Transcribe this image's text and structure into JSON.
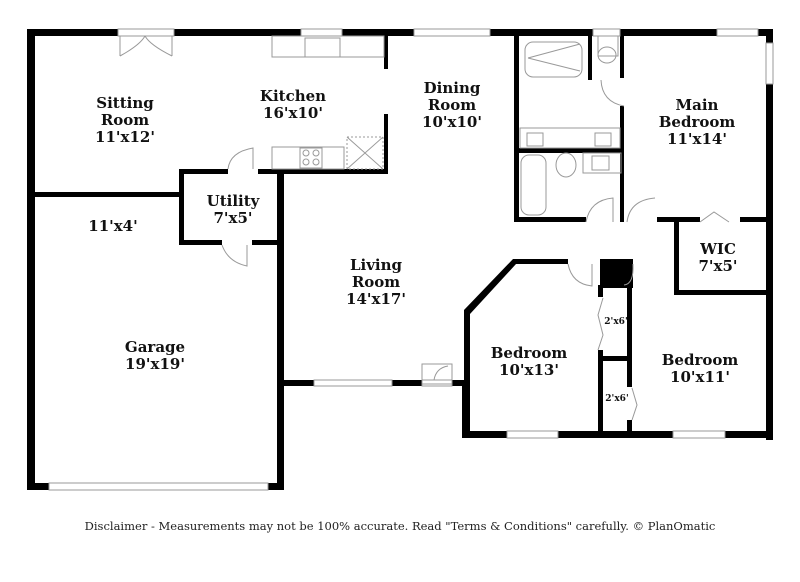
{
  "rooms": {
    "sitting": {
      "name_line1": "Sitting",
      "name_line2": "Room",
      "size": "11'x12'"
    },
    "kitchen": {
      "name": "Kitchen",
      "size": "16'x10'"
    },
    "dining": {
      "name_line1": "Dining",
      "name_line2": "Room",
      "size": "10'x10'"
    },
    "main_bedroom": {
      "name_line1": "Main",
      "name_line2": "Bedroom",
      "size": "11'x14'"
    },
    "utility": {
      "name": "Utility",
      "size": "7'x5'"
    },
    "storage": {
      "size": "11'x4'"
    },
    "wic": {
      "name": "WIC",
      "size": "7'x5'"
    },
    "living": {
      "name_line1": "Living",
      "name_line2": "Room",
      "size": "14'x17'"
    },
    "garage": {
      "name": "Garage",
      "size": "19'x19'"
    },
    "bedroom_2": {
      "name": "Bedroom",
      "size": "10'x13'"
    },
    "bedroom_3": {
      "name": "Bedroom",
      "size": "10'x11'"
    },
    "closet_1": {
      "size": "2'x6'"
    },
    "closet_2": {
      "size": "2'x6'"
    }
  },
  "footer": {
    "disclaimer": "Disclaimer - Measurements may not be 100% accurate. Read \"Terms & Conditions\" carefully. © PlanOmatic"
  }
}
